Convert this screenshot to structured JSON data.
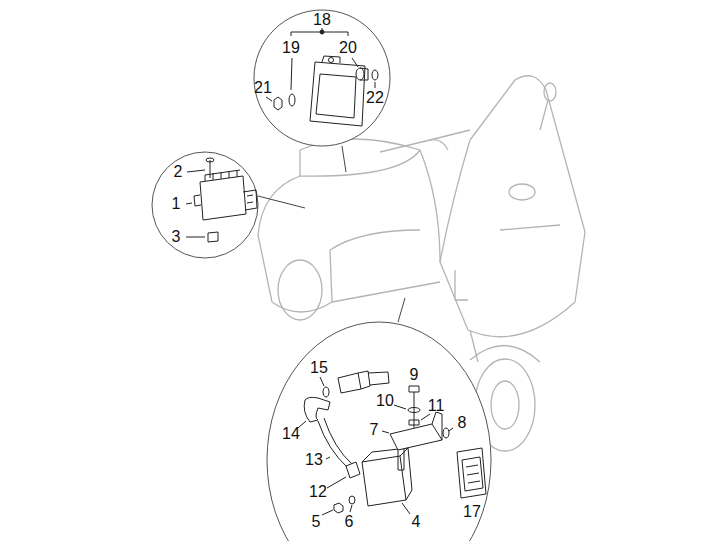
{
  "diagram": {
    "labels": [
      "18",
      "19",
      "20",
      "21",
      "22",
      "2",
      "1",
      "3",
      "15",
      "9",
      "10",
      "11",
      "14",
      "7",
      "8",
      "13",
      "12",
      "5",
      "6",
      "4",
      "17"
    ]
  }
}
